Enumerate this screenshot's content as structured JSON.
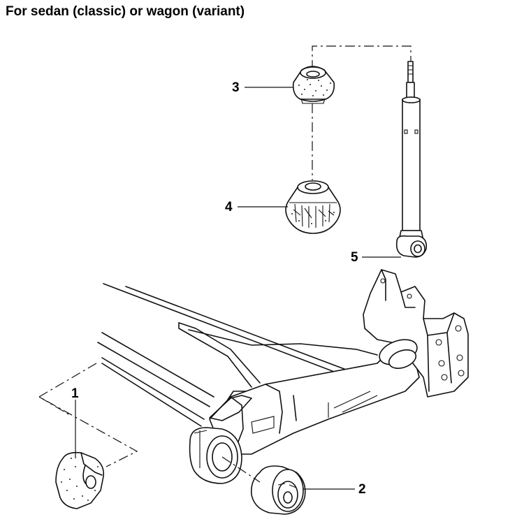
{
  "title": "For sedan (classic) or wagon (variant)",
  "callouts": [
    "1",
    "2",
    "3",
    "4",
    "5"
  ]
}
